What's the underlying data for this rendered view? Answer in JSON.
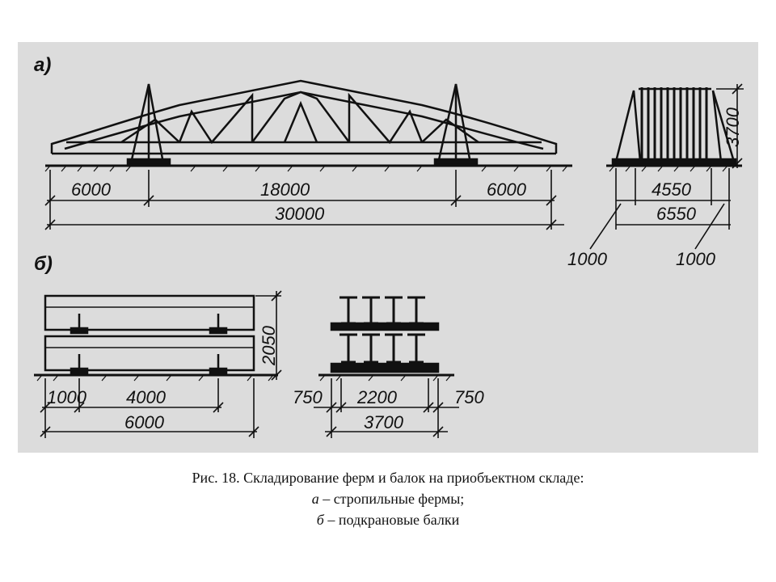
{
  "figure": {
    "background": "#dcdcdc",
    "ink": "#111111",
    "panel_a": {
      "label": "а)",
      "dims": {
        "left_span": "6000",
        "middle_span": "18000",
        "right_span": "6000",
        "total_span": "30000",
        "height": "3700",
        "end_inner": "4550",
        "end_total": "6550",
        "end_offset_left": "1000",
        "end_offset_right": "1000"
      }
    },
    "panel_b": {
      "label": "б)",
      "dims": {
        "side_left": "1000",
        "side_mid": "4000",
        "side_total": "6000",
        "height": "2050",
        "end_left": "750",
        "end_mid": "2200",
        "end_right": "750",
        "end_total": "3700"
      }
    }
  },
  "caption": {
    "title": "Рис. 18. Складирование ферм и балок на приобъектном складе:",
    "line_a_letter": "а",
    "line_a_text": " – стропильные фермы;",
    "line_b_letter": "б",
    "line_b_text": " – подкрановые балки"
  }
}
